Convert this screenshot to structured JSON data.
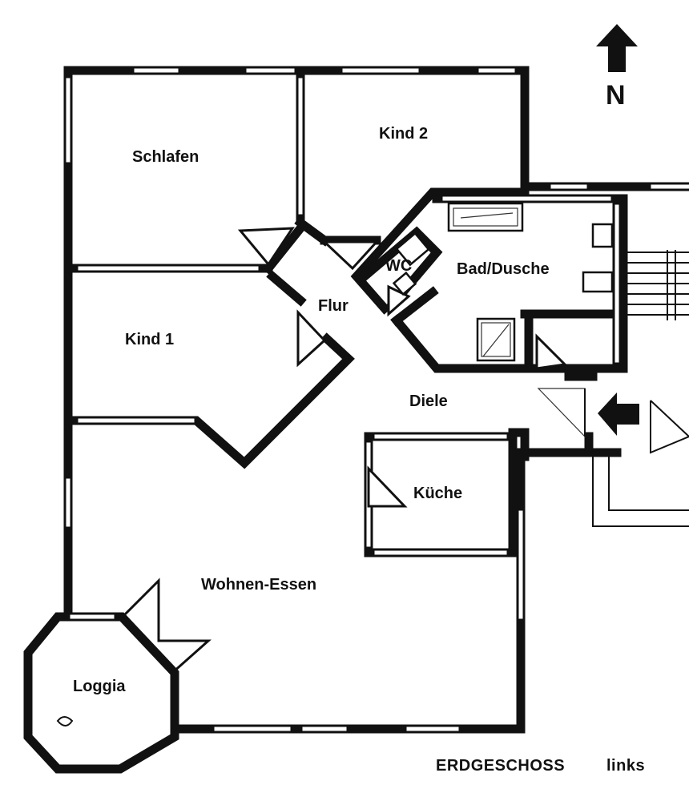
{
  "plan": {
    "rooms": {
      "schlafen": "Schlafen",
      "kind2": "Kind 2",
      "kind1": "Kind 1",
      "flur": "Flur",
      "wc": "WC",
      "bad": "Bad/Dusche",
      "diele": "Diele",
      "kueche": "Küche",
      "wohnen": "Wohnen-Essen",
      "loggia": "Loggia"
    },
    "floor": "ERDGESCHOSS",
    "side": "links",
    "north": "N"
  },
  "icons": {
    "north": "north-arrow-icon",
    "entrance": "entrance-arrow-icon"
  },
  "colors": {
    "line": "#111111",
    "background": "#ffffff"
  }
}
